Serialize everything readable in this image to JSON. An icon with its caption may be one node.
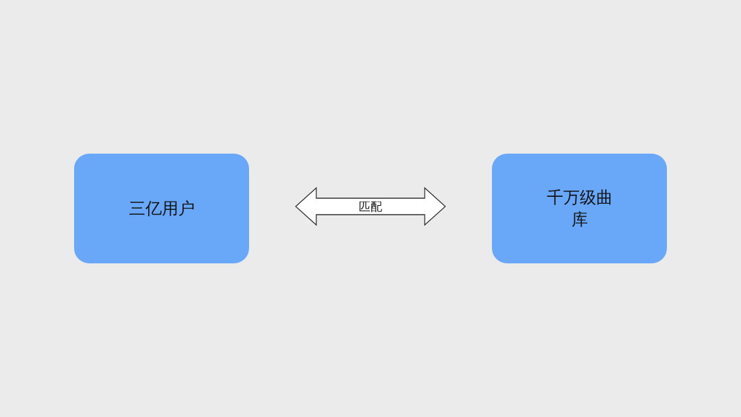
{
  "diagram": {
    "nodes": [
      {
        "text": [
          "三亿用户"
        ]
      },
      {
        "text": [
          "千万级曲库"
        ]
      }
    ],
    "edges": [
      {
        "from": 0,
        "to": 1,
        "arrow": "both",
        "label": "匹配"
      }
    ]
  }
}
